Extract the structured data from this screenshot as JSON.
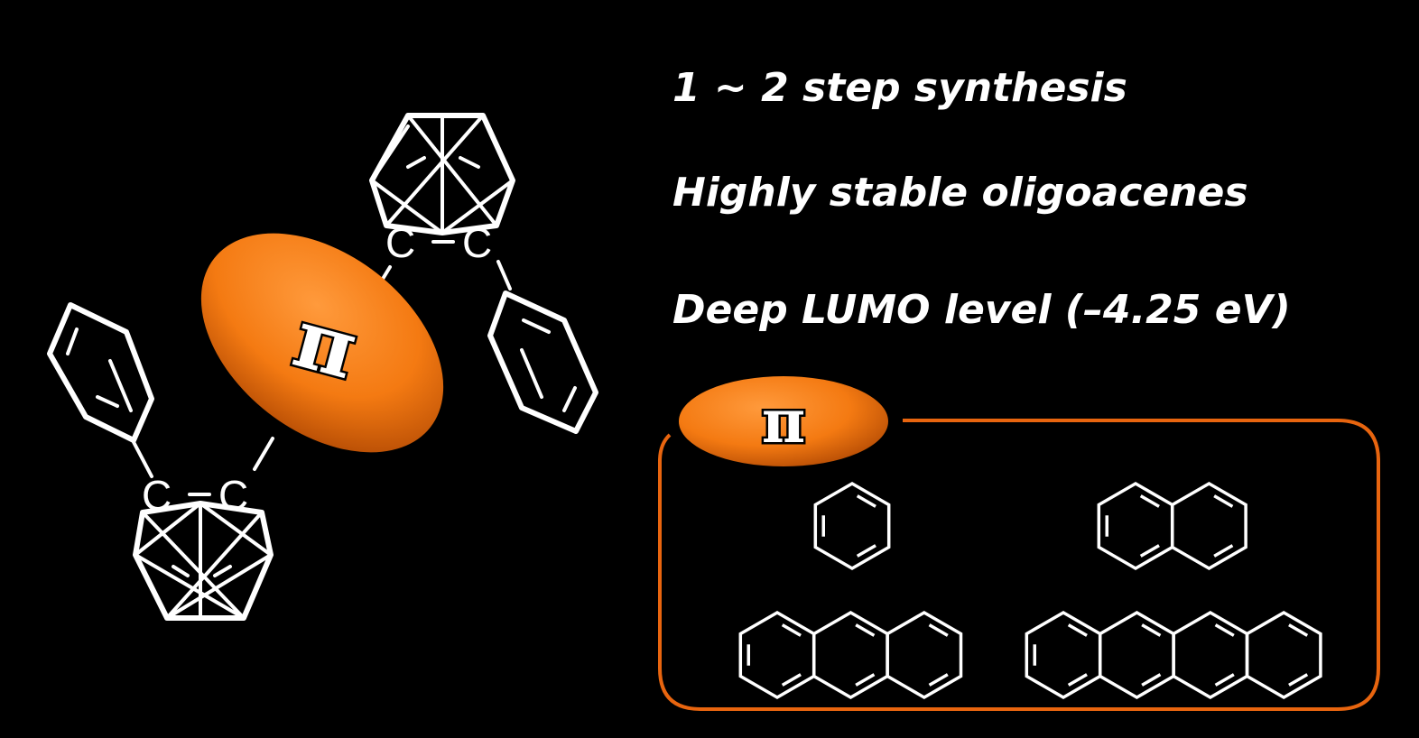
{
  "features": [
    "1 ~ 2 step synthesis",
    "Highly stable oligoacenes",
    "Deep LUMO level (–4.25 eV)"
  ],
  "pi_symbol": "π",
  "carbon_label": "C",
  "colors": {
    "accent": "#f47a12",
    "frame": "#e8650f",
    "background": "#000000",
    "line": "#ffffff"
  }
}
